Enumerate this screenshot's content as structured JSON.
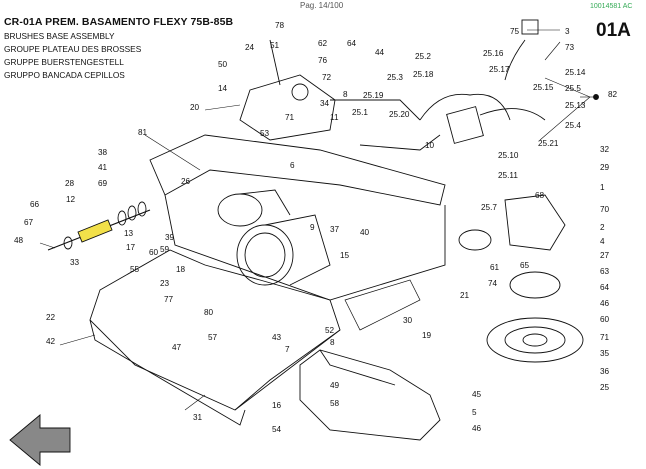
{
  "header": {
    "page": "Pag. 14/100",
    "doc_code": "10014581 AC"
  },
  "title": "CR-01A PREM. BASAMENTO FLEXY 75B-85B",
  "subtitles": [
    "BRUSHES BASE ASSEMBLY",
    "GROUPE PLATEAU DES BROSSES",
    "GRUPPE BUERSTENGESTELL",
    "GRUPPO BANCADA CEPILLOS"
  ],
  "page_id": "01A",
  "part_labels": [
    "78",
    "75",
    "3",
    "24",
    "51",
    "62",
    "64",
    "44",
    "73",
    "25.16",
    "25.2",
    "25.3",
    "25.18",
    "25.17",
    "25.14",
    "25.15",
    "25.5",
    "25.13",
    "25.4",
    "25.21",
    "25.19",
    "25.20",
    "25.1",
    "25.10",
    "25.11",
    "25.7",
    "50",
    "76",
    "14",
    "53",
    "20",
    "72",
    "71",
    "34",
    "11",
    "8",
    "81",
    "38",
    "41",
    "69",
    "28",
    "12",
    "66",
    "67",
    "48",
    "13",
    "17",
    "26",
    "59",
    "33",
    "39",
    "55",
    "18",
    "60",
    "22",
    "23",
    "80",
    "77",
    "42",
    "47",
    "57",
    "16",
    "31",
    "54",
    "58",
    "49",
    "45",
    "5",
    "46",
    "8",
    "30",
    "43",
    "7",
    "52",
    "19",
    "21",
    "29",
    "1",
    "70",
    "2",
    "4",
    "27",
    "63",
    "64",
    "46",
    "60",
    "71",
    "35",
    "36",
    "37",
    "40",
    "15",
    "9",
    "6",
    "10",
    "68",
    "65",
    "61",
    "74",
    "25",
    "32",
    "82"
  ]
}
